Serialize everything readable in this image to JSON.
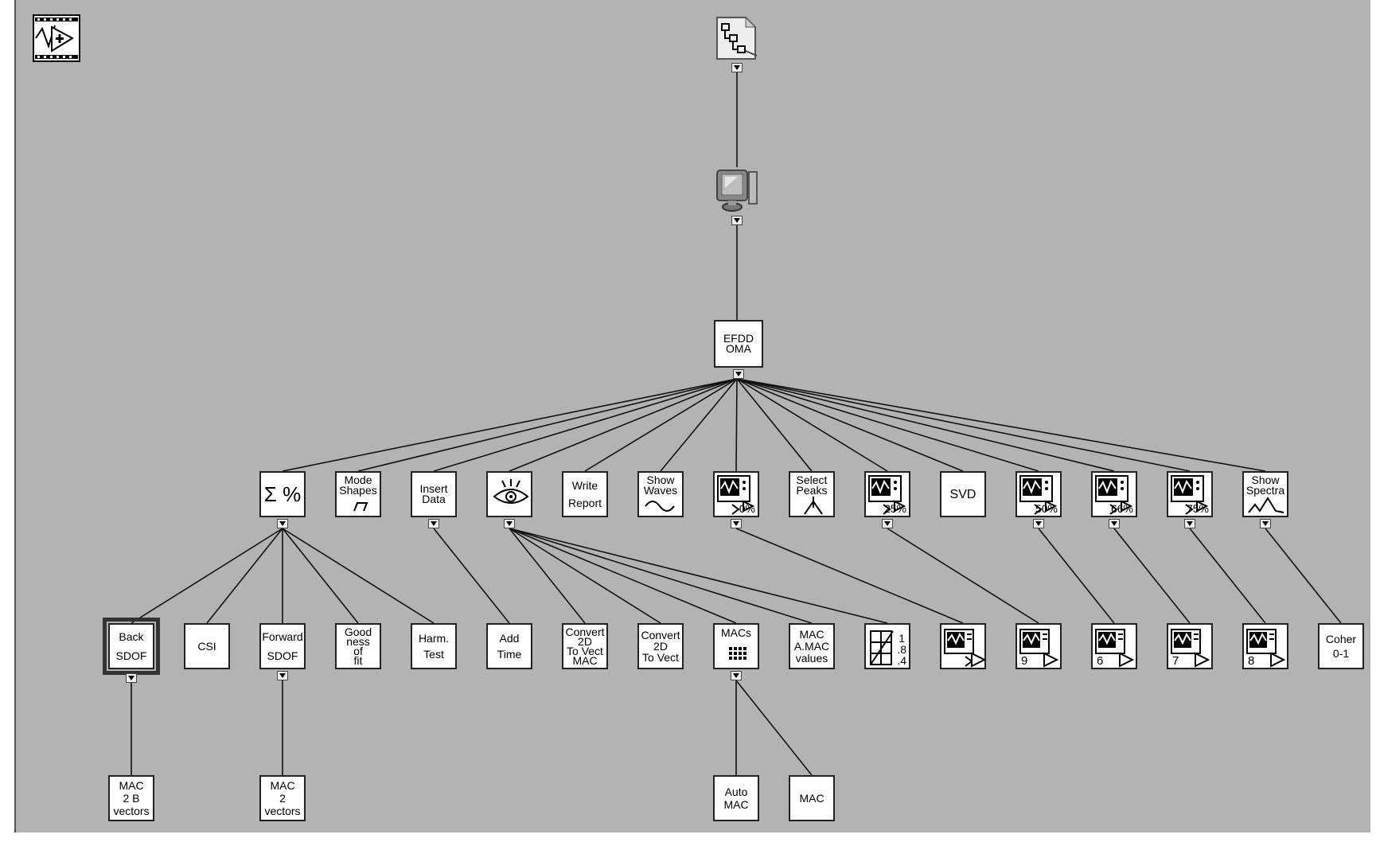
{
  "root_icons": {
    "top": "hierarchy-document-icon",
    "second": "computer-icon",
    "corner": "vi-run-icon"
  },
  "nodes": {
    "efdd": "EFDD\nOMA",
    "sum_pct": "Σ %",
    "mode_shapes": "Mode\nShapes",
    "insert_data": "Insert\nData",
    "eye": "",
    "write_report": "Write\nReport",
    "show_waves": "Show\nWaves",
    "scope_0": "0%",
    "select_peaks": "Select\nPeaks",
    "scope_25": "25%",
    "svd": "SVD",
    "scope_50": "50%",
    "scope_66": "66%",
    "scope_75": "75%",
    "show_spectra": "Show\nSpectra",
    "back_sdof": "Back\nSDOF",
    "csi": "CSI",
    "forward_sdof": "Forward\nSDOF",
    "goodness": "Good\nness\nof\nfit",
    "harm_test": "Harm.\nTest",
    "add_time": "Add\nTime",
    "convert_mac": "Convert\n2D\nTo Vect\nMAC",
    "convert_vect": "Convert\n2D\nTo Vect",
    "macs": "MACs",
    "mac_amac": "MAC\nA.MAC\nvalues",
    "graph_scale": "1\n.8\n.4",
    "disp_plain": "",
    "disp_9": "9",
    "disp_6": "6",
    "disp_7": "7",
    "disp_8": "8",
    "coher": "Coher\n0-1",
    "mac_2b": "MAC\n2 B\nvectors",
    "mac_2": "MAC\n2\nvectors",
    "auto_mac": "Auto\nMAC",
    "mac": "MAC"
  }
}
